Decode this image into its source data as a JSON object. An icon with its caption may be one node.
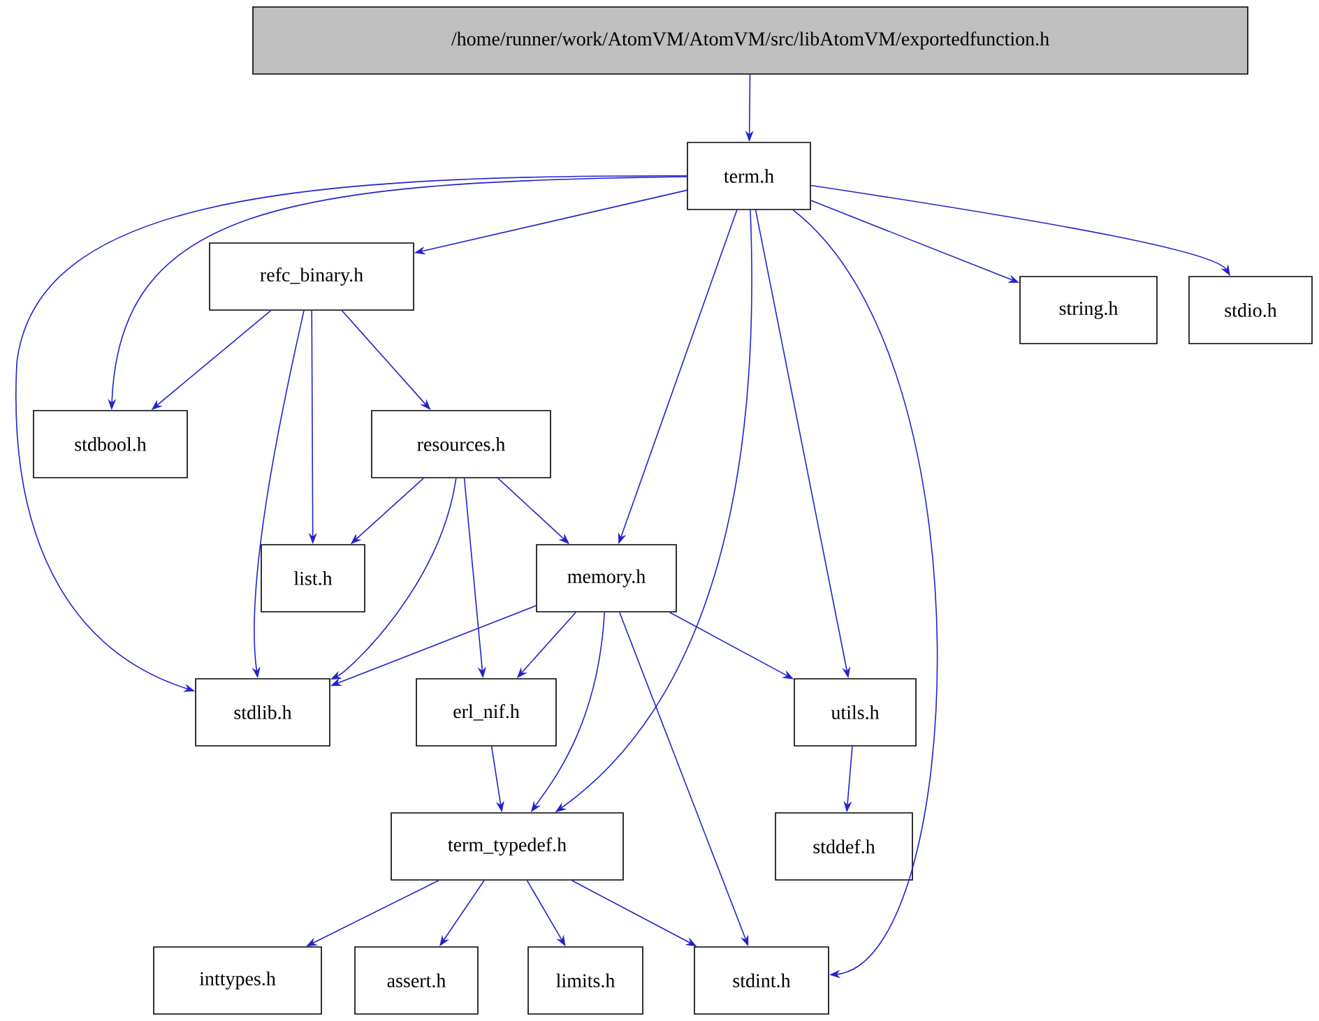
{
  "diagram": {
    "nodes": [
      {
        "text": [
          "/home/runner/work/AtomVM/AtomVM/src/libAtomVM/exportedfunction.h"
        ]
      },
      {
        "text": [
          "term.h"
        ]
      },
      {
        "text": [
          "refc_binary.h"
        ]
      },
      {
        "text": [
          "string.h"
        ]
      },
      {
        "text": [
          "stdio.h"
        ]
      },
      {
        "text": [
          "stdbool.h"
        ]
      },
      {
        "text": [
          "resources.h"
        ]
      },
      {
        "text": [
          "list.h"
        ]
      },
      {
        "text": [
          "memory.h"
        ]
      },
      {
        "text": [
          "stdlib.h"
        ]
      },
      {
        "text": [
          "erl_nif.h"
        ]
      },
      {
        "text": [
          "utils.h"
        ]
      },
      {
        "text": [
          "term_typedef.h"
        ]
      },
      {
        "text": [
          "stddef.h"
        ]
      },
      {
        "text": [
          "inttypes.h"
        ]
      },
      {
        "text": [
          "assert.h"
        ]
      },
      {
        "text": [
          "limits.h"
        ]
      },
      {
        "text": [
          "stdint.h"
        ]
      }
    ],
    "edges": [
      {
        "from": 0,
        "to": 1,
        "arrow": "to"
      },
      {
        "from": 1,
        "to": 2,
        "arrow": "to"
      },
      {
        "from": 1,
        "to": 3,
        "arrow": "to"
      },
      {
        "from": 1,
        "to": 4,
        "arrow": "to"
      },
      {
        "from": 1,
        "to": 5,
        "arrow": "to"
      },
      {
        "from": 1,
        "to": 9,
        "arrow": "to"
      },
      {
        "from": 1,
        "to": 8,
        "arrow": "to"
      },
      {
        "from": 1,
        "to": 12,
        "arrow": "to"
      },
      {
        "from": 1,
        "to": 11,
        "arrow": "to"
      },
      {
        "from": 1,
        "to": 17,
        "arrow": "to"
      },
      {
        "from": 2,
        "to": 5,
        "arrow": "to"
      },
      {
        "from": 2,
        "to": 9,
        "arrow": "to"
      },
      {
        "from": 2,
        "to": 7,
        "arrow": "to"
      },
      {
        "from": 2,
        "to": 6,
        "arrow": "to"
      },
      {
        "from": 6,
        "to": 7,
        "arrow": "to"
      },
      {
        "from": 6,
        "to": 9,
        "arrow": "to"
      },
      {
        "from": 6,
        "to": 10,
        "arrow": "to"
      },
      {
        "from": 6,
        "to": 8,
        "arrow": "to"
      },
      {
        "from": 8,
        "to": 9,
        "arrow": "to"
      },
      {
        "from": 8,
        "to": 10,
        "arrow": "to"
      },
      {
        "from": 8,
        "to": 12,
        "arrow": "to"
      },
      {
        "from": 8,
        "to": 17,
        "arrow": "to"
      },
      {
        "from": 8,
        "to": 11,
        "arrow": "to"
      },
      {
        "from": 10,
        "to": 12,
        "arrow": "to"
      },
      {
        "from": 11,
        "to": 13,
        "arrow": "to"
      },
      {
        "from": 12,
        "to": 14,
        "arrow": "to"
      },
      {
        "from": 12,
        "to": 15,
        "arrow": "to"
      },
      {
        "from": 12,
        "to": 16,
        "arrow": "to"
      },
      {
        "from": 12,
        "to": 17,
        "arrow": "to"
      }
    ]
  }
}
